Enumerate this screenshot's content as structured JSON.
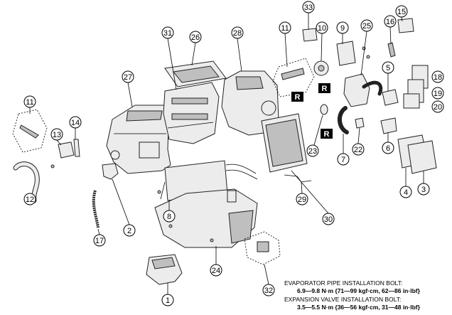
{
  "callouts": {
    "c1": "1",
    "c2": "2",
    "c3": "3",
    "c4": "4",
    "c5": "5",
    "c6": "6",
    "c7": "7",
    "c8": "8",
    "c9": "9",
    "c10": "10",
    "c11a": "11",
    "c11b": "11",
    "c12": "12",
    "c13": "13",
    "c14": "14",
    "c15": "15",
    "c16": "16",
    "c17": "17",
    "c18": "18",
    "c19": "19",
    "c20": "20",
    "c22": "22",
    "c23": "23",
    "c24": "24",
    "c25": "25",
    "c26": "26",
    "c27": "27",
    "c28": "28",
    "c29": "29",
    "c30": "30",
    "c31": "31",
    "c32": "32",
    "c33": "33"
  },
  "replace_marks": [
    "R",
    "R",
    "R"
  ],
  "specs": {
    "evaporator_title": "EVAPORATOR PIPE INSTALLATION BOLT:",
    "evaporator_value": "6.9—9.8 N·m {71—99 kgf·cm, 62—86 in·lbf}",
    "expansion_title": "EXPANSION VALVE INSTALLATION BOLT:",
    "expansion_value": "3.5—5.5 N·m {36—56 kgf·cm, 31—48 in·lbf}"
  }
}
